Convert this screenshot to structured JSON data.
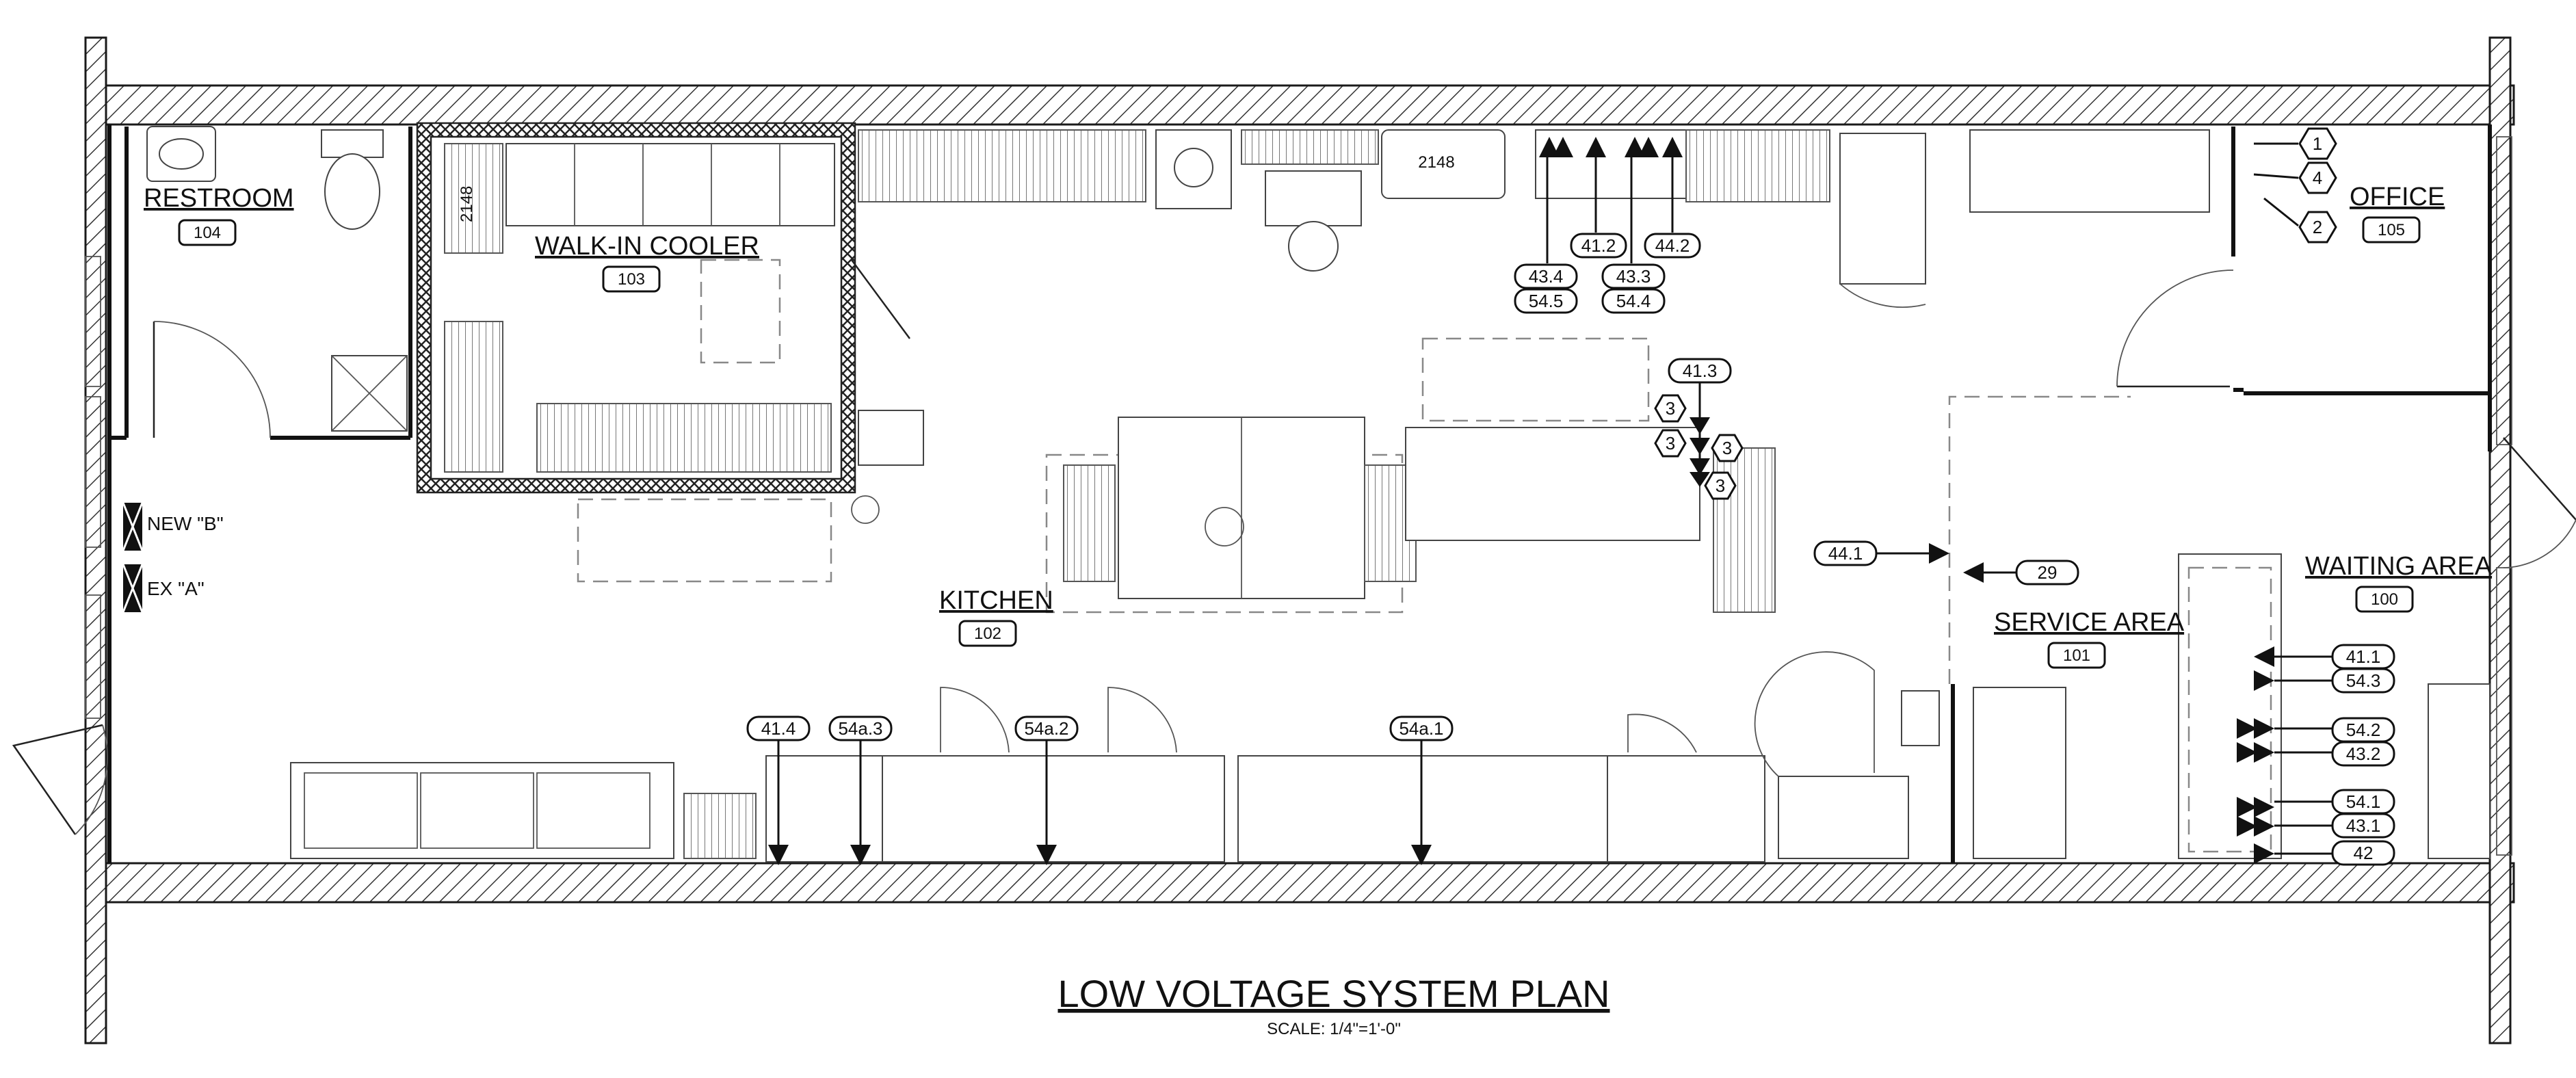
{
  "plan_title": "LOW VOLTAGE SYSTEM PLAN",
  "plan_scale": "SCALE: 1/4\"=1'-0\"",
  "rooms": {
    "restroom": {
      "name": "RESTROOM",
      "number": "104"
    },
    "walk_in": {
      "name": "WALK-IN COOLER",
      "number": "103"
    },
    "kitchen": {
      "name": "KITCHEN",
      "number": "102"
    },
    "office": {
      "name": "OFFICE",
      "number": "105"
    },
    "service": {
      "name": "SERVICE AREA",
      "number": "101"
    },
    "waiting": {
      "name": "WAITING AREA",
      "number": "100"
    }
  },
  "equipment_labels": {
    "shelf_a": "2148",
    "shelf_b": "2148"
  },
  "devices": {
    "new_b": "NEW \"B\"",
    "ex_a": "EX \"A\""
  },
  "hex_tags": {
    "h1": "1",
    "h4": "4",
    "h2": "2",
    "h3a": "3",
    "h3b": "3",
    "h3c": "3",
    "h3d": "3"
  },
  "callouts": {
    "c43_4": "43.4",
    "c54_5": "54.5",
    "c41_2": "41.2",
    "c43_3": "43.3",
    "c54_4": "54.4",
    "c44_2": "44.2",
    "c41_3": "41.3",
    "c44_1": "44.1",
    "c29": "29",
    "c41_1": "41.1",
    "c54_3": "54.3",
    "c54_2": "54.2",
    "c43_2": "43.2",
    "c54_1": "54.1",
    "c43_1": "43.1",
    "c42": "42",
    "c41_4": "41.4",
    "c54a_3": "54a.3",
    "c54a_2": "54a.2",
    "c54a_1": "54a.1"
  }
}
